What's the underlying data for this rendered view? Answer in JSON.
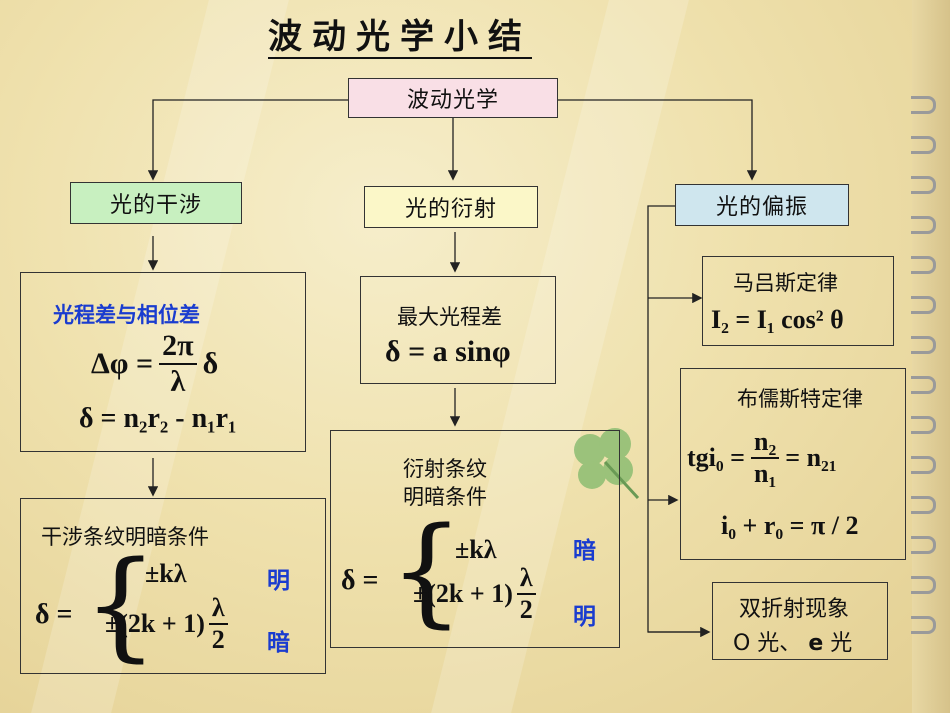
{
  "title": "波动光学小结",
  "root": "波动光学",
  "branches": {
    "interference": "光的干涉",
    "diffraction": "光的衍射",
    "polarization": "光的偏振"
  },
  "interference": {
    "heading": "光程差与相位差",
    "phase_lhs": "Δφ =",
    "phase_num": "2π",
    "phase_den": "λ",
    "phase_tail": "δ",
    "path_diff": "δ = n₂r₂ - n₁r₁",
    "fringe_heading": "干涉条纹明暗条件",
    "delta_eq": "δ =",
    "case1": "±kλ",
    "case2_pre": "±(2k + 1)",
    "case2_num": "λ",
    "case2_den": "2",
    "bright": "明",
    "dark": "暗"
  },
  "diffraction": {
    "heading": "最大光程差",
    "max_path": "δ = a sinφ",
    "fringe_heading_1": "衍射条纹",
    "fringe_heading_2": "明暗条件",
    "delta_eq": "δ =",
    "case1": "±kλ",
    "case2_pre": "±(2k + 1)",
    "case2_num": "λ",
    "case2_den": "2",
    "dark": "暗",
    "bright": "明"
  },
  "polarization": {
    "malus_title": "马吕斯定律",
    "malus_formula": "I₂ = I₁ cos² θ",
    "brewster_title": "布儒斯特定律",
    "brewster_lhs": "tgi₀ =",
    "brewster_num": "n₂",
    "brewster_den": "n₁",
    "brewster_rhs": "= n₂₁",
    "brewster_angle": "i₀ + r₀ = π / 2",
    "birefringence_title": "双折射现象",
    "birefringence_o": "O 光、",
    "birefringence_e": "e",
    "birefringence_e_suffix": " 光"
  },
  "colors": {
    "interference_fill": "#c8f0c0",
    "diffraction_fill": "#fbf7c8",
    "polarization_fill": "#cfe6ee",
    "root_fill": "#f9dfe6",
    "accent_blue": "#1a3ccf"
  }
}
